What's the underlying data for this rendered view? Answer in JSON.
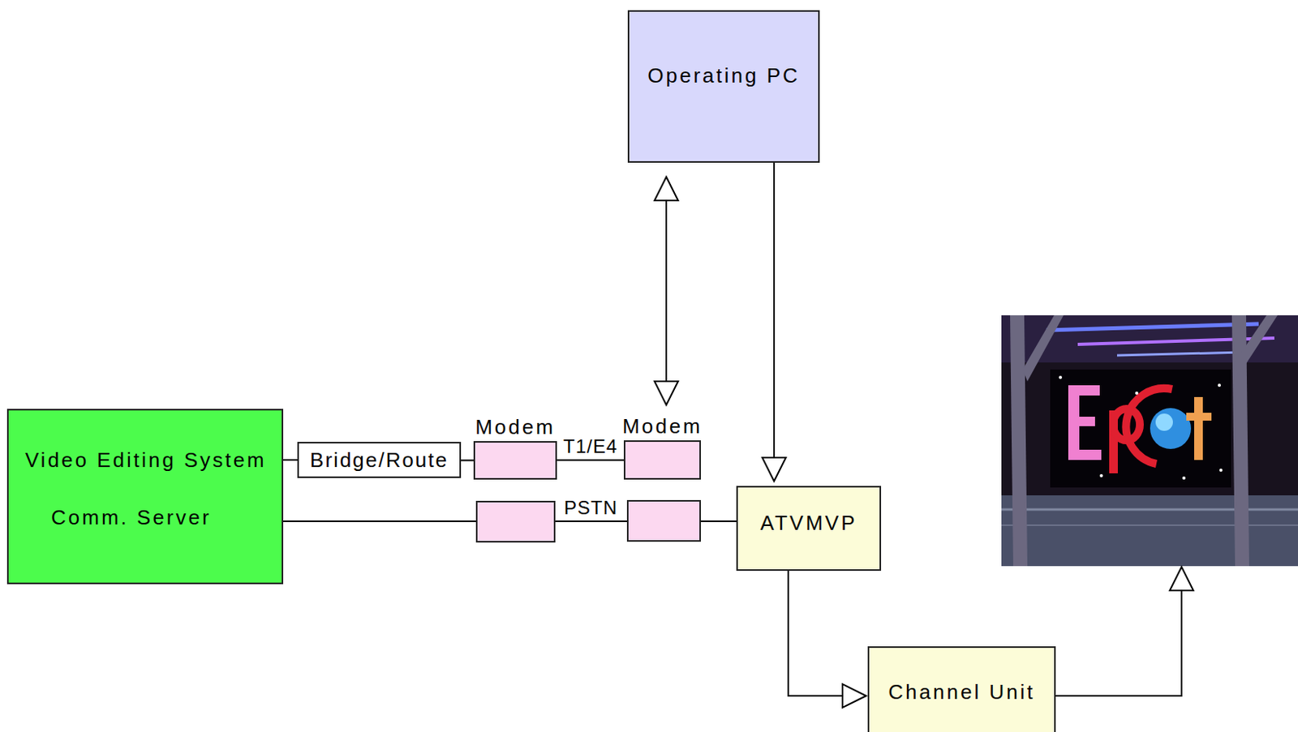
{
  "diagram": {
    "nodes": [
      {
        "text": [
          "Operating PC"
        ]
      },
      {
        "text": [
          "Video Editing System",
          "Comm. Server"
        ]
      },
      {
        "text": [
          "Bridge/Route"
        ]
      },
      {
        "text": [
          "Modem"
        ]
      },
      {
        "text": [
          "Modem"
        ]
      },
      {
        "text": [
          "ATVMVP"
        ]
      },
      {
        "text": [
          "Channel Unit"
        ]
      }
    ],
    "edges": [
      {
        "from": 1,
        "to": 2,
        "arrow": "none"
      },
      {
        "from": 2,
        "to": 3,
        "arrow": "none"
      },
      {
        "from": 3,
        "to": 4,
        "label": "T1/E4",
        "arrow": "none"
      },
      {
        "from": 0,
        "to": 4,
        "arrow": "both"
      },
      {
        "from": 0,
        "to": 5,
        "arrow": "to"
      },
      {
        "from": 1,
        "to": 5,
        "label": "PSTN",
        "arrow": "none"
      },
      {
        "from": 5,
        "to": 6,
        "arrow": "to"
      }
    ]
  }
}
